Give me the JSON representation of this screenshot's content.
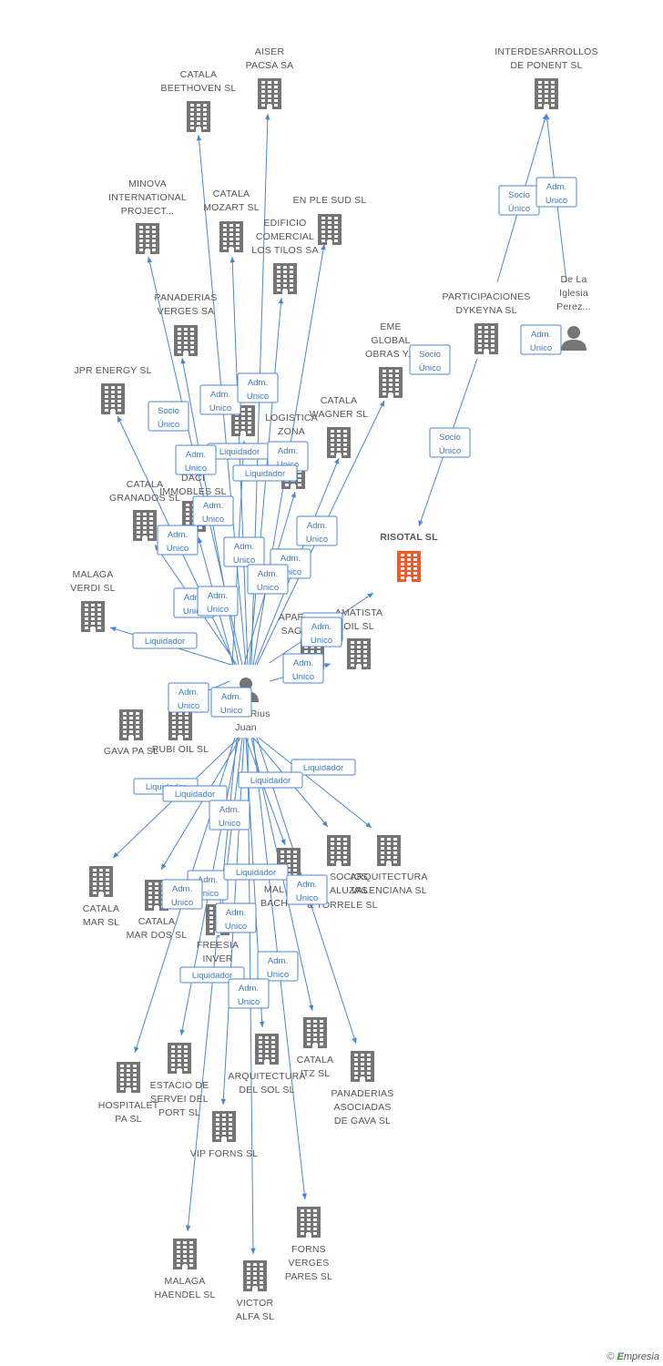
{
  "colors": {
    "edge": "#4a86d4",
    "company": "#757575",
    "focus": "#f15a29",
    "person": "#757575",
    "badge_text": "#3a78c8"
  },
  "footer": {
    "copyright": "©",
    "brand_first": "E",
    "brand_rest": "mpresia"
  },
  "nodes": [
    {
      "id": "pares",
      "kind": "person",
      "label": [
        "Pares Rius",
        "Juan"
      ]
    },
    {
      "id": "delaiglesia",
      "kind": "person",
      "label": [
        "De La",
        "Iglesia",
        "Perez..."
      ]
    },
    {
      "id": "risotal",
      "kind": "focus",
      "label": [
        "RISOTAL SL"
      ]
    },
    {
      "id": "aiser",
      "kind": "company",
      "label": [
        "AISER",
        "PACSA SA"
      ]
    },
    {
      "id": "beethoven",
      "kind": "company",
      "label": [
        "CATALA",
        "BEETHOVEN SL"
      ]
    },
    {
      "id": "interdes",
      "kind": "company",
      "label": [
        "INTERDESARROLLOS",
        "DE PONENT SL"
      ]
    },
    {
      "id": "minova",
      "kind": "company",
      "label": [
        "MINOVA",
        "INTERNATIONAL",
        "PROJECT..."
      ]
    },
    {
      "id": "mozart",
      "kind": "company",
      "label": [
        "CATALA",
        "MOZART SL"
      ]
    },
    {
      "id": "enplesud",
      "kind": "company",
      "label": [
        "EN PLE SUD SL"
      ]
    },
    {
      "id": "edificio",
      "kind": "company",
      "label": [
        "EDIFICIO",
        "COMERCIAL",
        "LOS TILOS SA"
      ]
    },
    {
      "id": "panverges",
      "kind": "company",
      "label": [
        "PANADERIAS",
        "VERGES SA"
      ]
    },
    {
      "id": "dykeyna",
      "kind": "company",
      "label": [
        "PARTICIPACIONES",
        "DYKEYNA SL"
      ]
    },
    {
      "id": "eme",
      "kind": "company",
      "label": [
        "EME",
        "GLOBAL",
        "OBRAS Y..."
      ]
    },
    {
      "id": "jpr",
      "kind": "company",
      "label": [
        "JPR ENERGY SL"
      ]
    },
    {
      "id": "wagner",
      "kind": "company",
      "label": [
        "CATALA",
        "WAGNER SL"
      ]
    },
    {
      "id": "logistica",
      "kind": "company",
      "label": [
        "LOGISTICA",
        "ZONA"
      ]
    },
    {
      "id": "hidden1",
      "kind": "company",
      "label": []
    },
    {
      "id": "granados",
      "kind": "company",
      "label": [
        "CATALA",
        "GRANADOS SL"
      ]
    },
    {
      "id": "daci",
      "kind": "company",
      "label": [
        "DACI",
        "IMMOBLES SL"
      ]
    },
    {
      "id": "verdi",
      "kind": "company",
      "label": [
        "MALAGA",
        "VERDI SL"
      ]
    },
    {
      "id": "apar",
      "kind": "company",
      "label": [
        "APAR",
        "SAG"
      ]
    },
    {
      "id": "amatista",
      "kind": "company",
      "label": [
        "AMATISTA",
        "OIL SL"
      ]
    },
    {
      "id": "gavapa",
      "kind": "company",
      "label": [
        "GAVA PA  SL"
      ]
    },
    {
      "id": "rubioil",
      "kind": "company",
      "label": [
        "RUBI OIL SL"
      ]
    },
    {
      "id": "arqval",
      "kind": "company",
      "label": [
        "ARQUITECTURA",
        "VALENCIANA SL"
      ]
    },
    {
      "id": "socios",
      "kind": "company",
      "label": [
        "SOCIOS",
        "ALUZAS"
      ]
    },
    {
      "id": "cmar",
      "kind": "company",
      "label": [
        "CATALA",
        "MAR SL"
      ]
    },
    {
      "id": "cmardos",
      "kind": "company",
      "label": [
        "CATALA",
        "MAR DOS SL"
      ]
    },
    {
      "id": "malbach",
      "kind": "company",
      "label": [
        "MAL",
        "BACH"
      ]
    },
    {
      "id": "torrele",
      "kind": "company",
      "label": [
        "& TORRELE SL"
      ]
    },
    {
      "id": "freesia",
      "kind": "company",
      "label": [
        "FREESIA",
        "INVER"
      ]
    },
    {
      "id": "hospitalet",
      "kind": "company",
      "label": [
        "HOSPITALET",
        "PA  SL"
      ]
    },
    {
      "id": "estacio",
      "kind": "company",
      "label": [
        "ESTACIO DE",
        "SERVEI DEL",
        "PORT  SL"
      ]
    },
    {
      "id": "arqsol",
      "kind": "company",
      "label": [
        "ARQUITECTURA",
        "DEL SOL SL"
      ]
    },
    {
      "id": "catalaitz",
      "kind": "company",
      "label": [
        "CATALA",
        "ITZ SL"
      ]
    },
    {
      "id": "panasoc",
      "kind": "company",
      "label": [
        "PANADERIAS",
        "ASOCIADAS",
        "DE GAVA  SL"
      ]
    },
    {
      "id": "vipforns",
      "kind": "company",
      "label": [
        "VIP FORNS  SL"
      ]
    },
    {
      "id": "forns",
      "kind": "company",
      "label": [
        "FORNS",
        "VERGES",
        "PARES SL"
      ]
    },
    {
      "id": "haendel",
      "kind": "company",
      "label": [
        "MALAGA",
        "HAENDEL SL"
      ]
    },
    {
      "id": "victor",
      "kind": "company",
      "label": [
        "VICTOR",
        "ALFA SL"
      ]
    }
  ],
  "badges": [
    {
      "text": [
        "Socio",
        "Único"
      ]
    },
    {
      "text": [
        "Adm.",
        "Unico"
      ]
    },
    {
      "text": [
        "Adm.",
        "Unico"
      ]
    },
    {
      "text": [
        "Socio",
        "Único"
      ]
    },
    {
      "text": [
        "Socio",
        "Único"
      ]
    },
    {
      "text": [
        "Adm.",
        "Unico"
      ]
    },
    {
      "text": [
        "Socio",
        "Único"
      ]
    },
    {
      "text": [
        "Adm.",
        "Unico"
      ]
    },
    {
      "text": [
        "Adm.",
        "Unico"
      ]
    },
    {
      "text": [
        "Liquidador"
      ]
    },
    {
      "text": [
        "Adm.",
        "Unico"
      ]
    },
    {
      "text": [
        "Adm.",
        "Unico"
      ]
    },
    {
      "text": [
        "Liquidador"
      ]
    },
    {
      "text": [
        "Adm.",
        "Unico"
      ]
    },
    {
      "text": [
        "Adm.",
        "Unico"
      ]
    },
    {
      "text": [
        "Adm.",
        "Unico"
      ]
    },
    {
      "text": [
        "Adm.",
        "Unico"
      ]
    },
    {
      "text": [
        "Adm.",
        "Unico"
      ]
    },
    {
      "text": [
        "Adm.",
        "Unico"
      ]
    },
    {
      "text": [
        "Adm.",
        "Unico"
      ]
    },
    {
      "text": [
        "Adm.",
        "Unico"
      ]
    },
    {
      "text": [
        "Adm.",
        "Unico"
      ]
    },
    {
      "text": [
        "Liquidador"
      ]
    },
    {
      "text": [
        "Adm.",
        "Unico"
      ]
    },
    {
      "text": [
        "Adm.",
        "Unico"
      ]
    },
    {
      "text": [
        "Adm.",
        "Unico"
      ]
    },
    {
      "text": [
        "Adm.",
        "Unico"
      ]
    },
    {
      "text": [
        "Liquidador"
      ]
    },
    {
      "text": [
        "Liquidador"
      ]
    },
    {
      "text": [
        "Liquidador"
      ]
    },
    {
      "text": [
        "Adm.",
        "Unico"
      ]
    },
    {
      "text": [
        "Adm.",
        "Unico"
      ]
    },
    {
      "text": [
        "Adm.",
        "Unico"
      ]
    },
    {
      "text": [
        "Liquidador"
      ]
    },
    {
      "text": [
        "Liquidador"
      ]
    },
    {
      "text": [
        "Adm.",
        "Unico"
      ]
    },
    {
      "text": [
        "Adm.",
        "Unico"
      ]
    },
    {
      "text": [
        "Adm.",
        "Unico"
      ]
    },
    {
      "text": [
        "Liquidador"
      ]
    },
    {
      "text": [
        "Adm.",
        "Unico"
      ]
    }
  ]
}
